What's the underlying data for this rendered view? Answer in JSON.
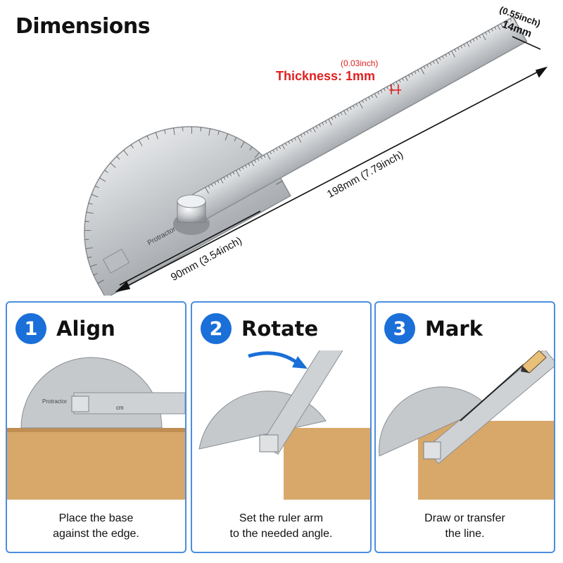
{
  "title": "Dimensions",
  "thickness": {
    "inch": "(0.03inch)",
    "label": "Thickness: 1mm"
  },
  "width": {
    "inch": "(0.55inch)",
    "mm": "14mm"
  },
  "length": {
    "label": "198mm (7.79inch)"
  },
  "base": {
    "label": "90mm (3.54inch)"
  },
  "tool": {
    "engraving": "Protractor",
    "unit": "cm"
  },
  "steps": [
    {
      "num": "1",
      "title": "Align",
      "line1": "Place the base",
      "line2": "against the edge."
    },
    {
      "num": "2",
      "title": "Rotate",
      "line1": "Set the ruler arm",
      "line2": "to the needed angle."
    },
    {
      "num": "3",
      "title": "Mark",
      "line1": "Draw or transfer",
      "line2": "the line."
    }
  ],
  "colors": {
    "accent": "#1a6fd8",
    "panel_border": "#4a8fe0",
    "thickness_text": "#e02020",
    "wood": "#d8a86a",
    "steel": "#c8cbcf"
  },
  "icons": [
    "knob-icon",
    "rotate-arrow-icon",
    "pencil-icon"
  ]
}
